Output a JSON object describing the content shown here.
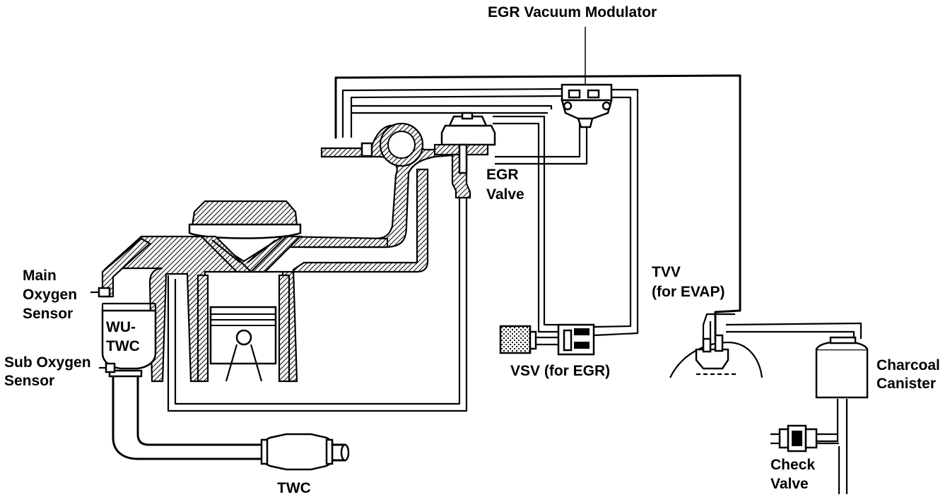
{
  "labels": {
    "egr_vacuum_modulator": "EGR Vacuum Modulator",
    "egr_valve_line1": "EGR",
    "egr_valve_line2": "Valve",
    "main_o2_line1": "Main",
    "main_o2_line2": "Oxygen",
    "main_o2_line3": "Sensor",
    "wu_twc_line1": "WU-",
    "wu_twc_line2": "TWC",
    "sub_o2_line1": "Sub Oxygen",
    "sub_o2_line2": "Sensor",
    "twc": "TWC",
    "vsv": "VSV (for EGR)",
    "tvv_line1": "TVV",
    "tvv_line2": "(for EVAP)",
    "canister_line1": "Charcoal",
    "canister_line2": "Canister",
    "check_valve_line1": "Check",
    "check_valve_line2": "Valve"
  },
  "colors": {
    "ink": "#000000",
    "paper": "#ffffff"
  }
}
